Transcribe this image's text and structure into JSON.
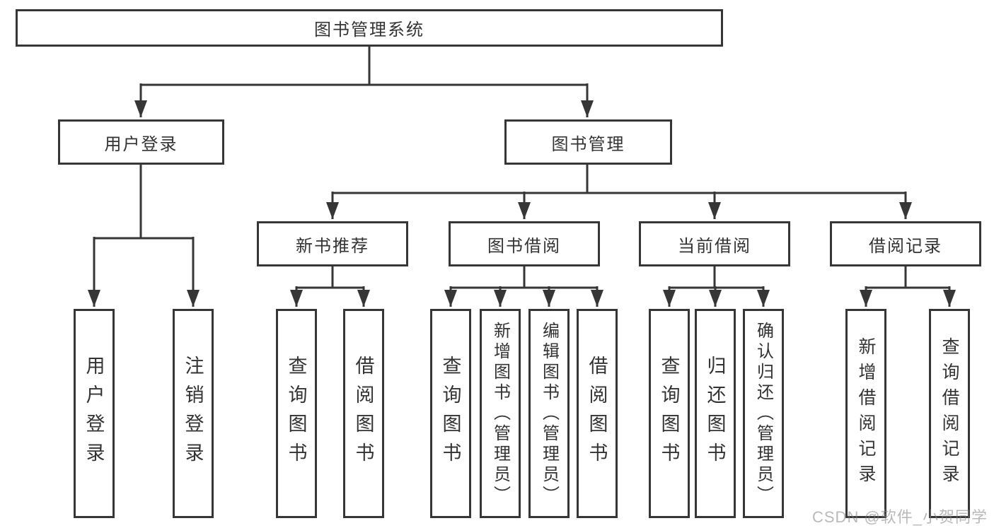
{
  "diagram": {
    "root": "图书管理系统",
    "level2": {
      "login": "用户登录",
      "management": "图书管理"
    },
    "level3": {
      "recommend": "新书推荐",
      "borrow": "图书借阅",
      "current": "当前借阅",
      "records": "借阅记录"
    },
    "leaves": {
      "login": [
        "用户登录",
        "注销登录"
      ],
      "recommend": [
        "查询图书",
        "借阅图书"
      ],
      "borrow": [
        "查询图书",
        "新增图书（管理员）",
        "编辑图书（管理员）",
        "借阅图书"
      ],
      "current": [
        "查询图书",
        "归还图书",
        "确认归还（管理员）"
      ],
      "records": [
        "新增借阅记录",
        "查询借阅记录"
      ]
    }
  },
  "watermark": "CSDN @软件_小贺同学",
  "colors": {
    "line": "#363636",
    "text": "#333333",
    "watermark": "#9a9a9a"
  }
}
